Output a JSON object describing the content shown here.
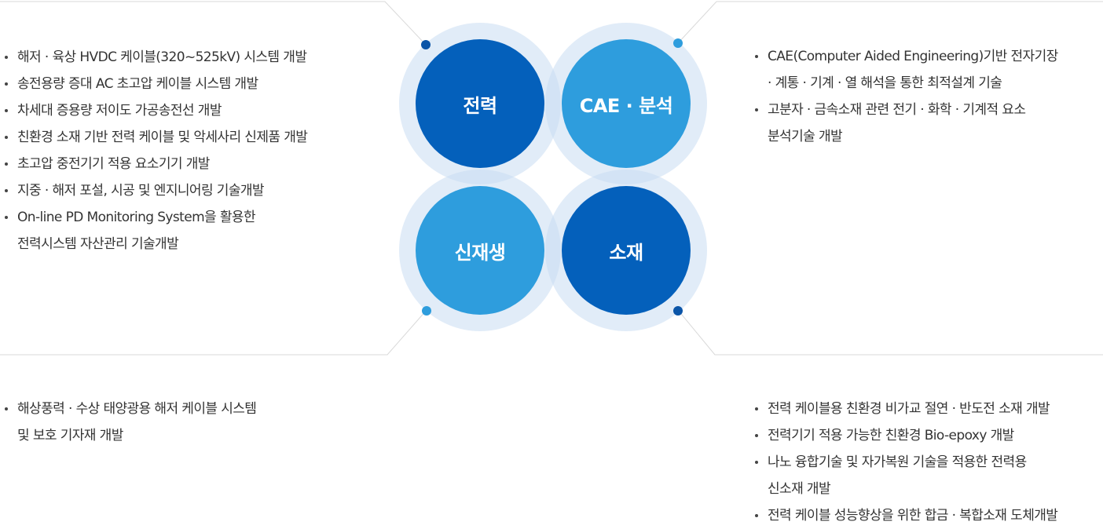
{
  "center": {
    "power": "전력",
    "cae": "CAE · 분석",
    "renewable": "신재생",
    "material": "소재"
  },
  "top_left": {
    "items": [
      [
        "해저 · 육상 HVDC 케이블(320~525kV) 시스템 개발"
      ],
      [
        "송전용량 증대 AC 초고압 케이블 시스템 개발"
      ],
      [
        "차세대 증용량 저이도 가공송전선 개발"
      ],
      [
        "친환경 소재 기반 전력 케이블 및 악세사리 신제품 개발"
      ],
      [
        "초고압 중전기기 적용 요소기기 개발"
      ],
      [
        "지중 · 해저 포설, 시공 및 엔지니어링 기술개발"
      ],
      [
        "On-line PD Monitoring System을 활용한",
        "전력시스템  자산관리 기술개발"
      ]
    ]
  },
  "top_right": {
    "items": [
      [
        "CAE(Computer Aided Engineering)기반 전자기장",
        "· 계통 · 기계 · 열 해석을 통한 최적설계 기술"
      ],
      [
        "고분자 · 금속소재 관련 전기 · 화학 · 기계적 요소",
        "분석기술 개발"
      ]
    ]
  },
  "bottom_left": {
    "items": [
      [
        "해상풍력 · 수상 태양광용 해저 케이블 시스템",
        "및 보호 기자재 개발"
      ]
    ]
  },
  "bottom_right": {
    "items": [
      [
        "전력 케이블용 친환경 비가교 절연 · 반도전 소재 개발"
      ],
      [
        "전력기기 적용 가능한 친환경 Bio-epoxy 개발"
      ],
      [
        "나노 융합기술 및 자가복원 기술을 적용한 전력용",
        "신소재 개발"
      ],
      [
        "전력 케이블 성능향상을 위한 합금 · 복합소재 도체개발"
      ]
    ]
  }
}
